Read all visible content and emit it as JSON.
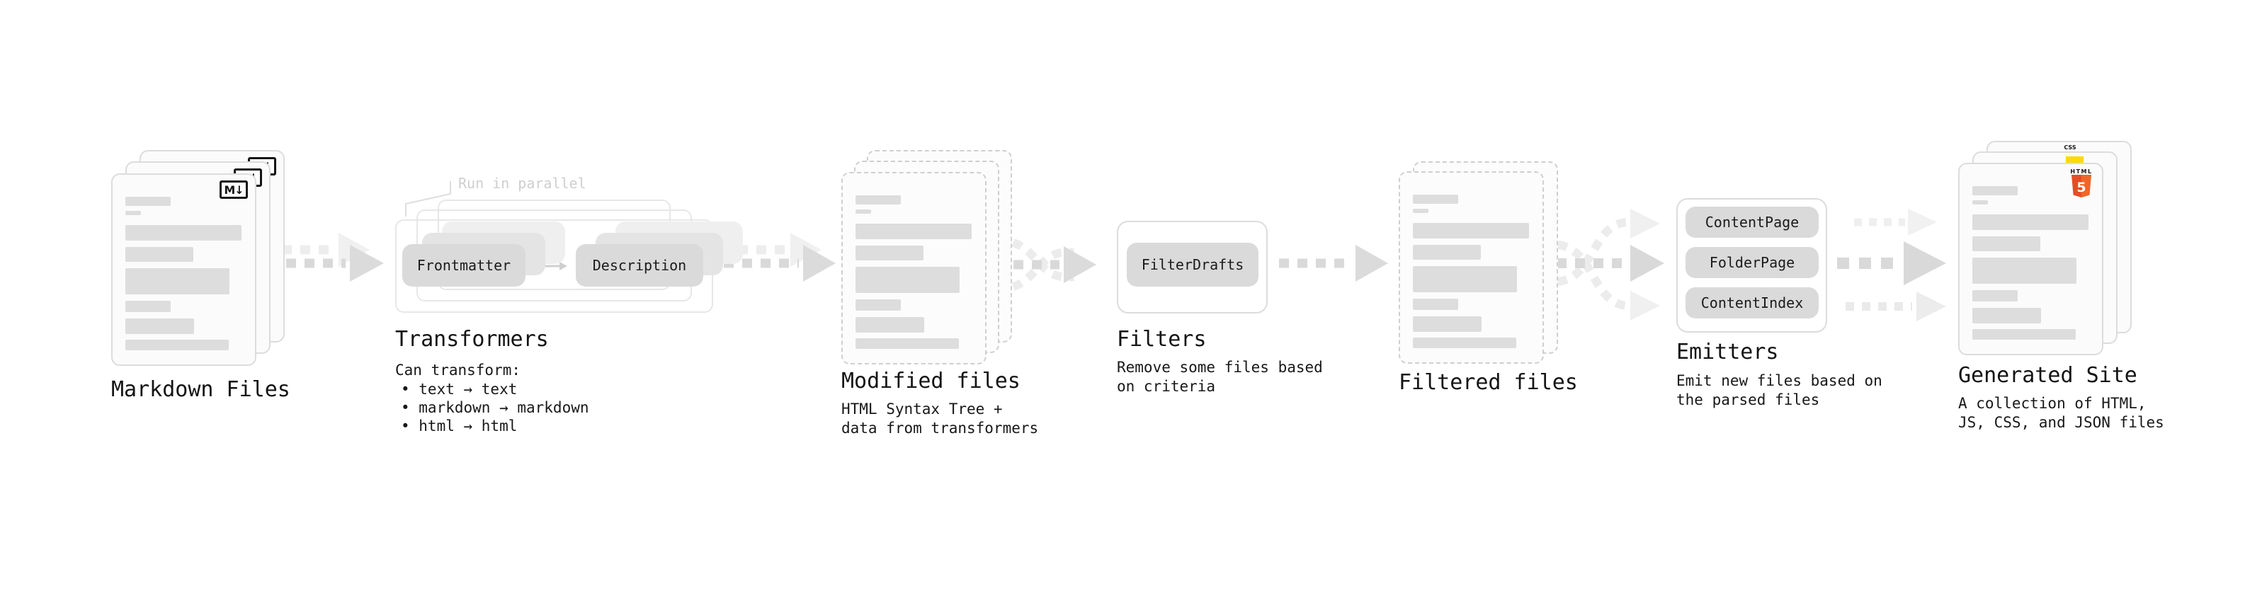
{
  "diagram": {
    "nodes": {
      "markdown_files": {
        "label": "Markdown Files",
        "icon": "M↓"
      },
      "transformers": {
        "label": "Transformers",
        "callout": "Run in parallel",
        "pills": [
          "Frontmatter",
          "Description"
        ],
        "intro": "Can transform:",
        "bullets": [
          "• text → text",
          "• markdown → markdown",
          "• html → html"
        ]
      },
      "modified_files": {
        "label": "Modified files",
        "description": "HTML Syntax Tree +\ndata from transformers"
      },
      "filters": {
        "label": "Filters",
        "pills": [
          "FilterDrafts"
        ],
        "description": "Remove some files based\non criteria"
      },
      "filtered_files": {
        "label": "Filtered files"
      },
      "emitters": {
        "label": "Emitters",
        "pills": [
          "ContentPage",
          "FolderPage",
          "ContentIndex"
        ],
        "description": "Emit new files based on\nthe parsed files"
      },
      "generated_site": {
        "label": "Generated Site",
        "description": "A collection of HTML,\nJS, CSS, and JSON files",
        "badges": {
          "css": "CSS",
          "html": "HTML",
          "five": "5"
        }
      }
    },
    "colors": {
      "html5_shield_left": "#e44d26",
      "html5_shield_right": "#f16529",
      "js_yellow": "#ffd900",
      "css_blue": "#2f6df6",
      "arrow_dark": "#d9d9d9",
      "arrow_light": "#ededed",
      "text": "#161616"
    }
  }
}
